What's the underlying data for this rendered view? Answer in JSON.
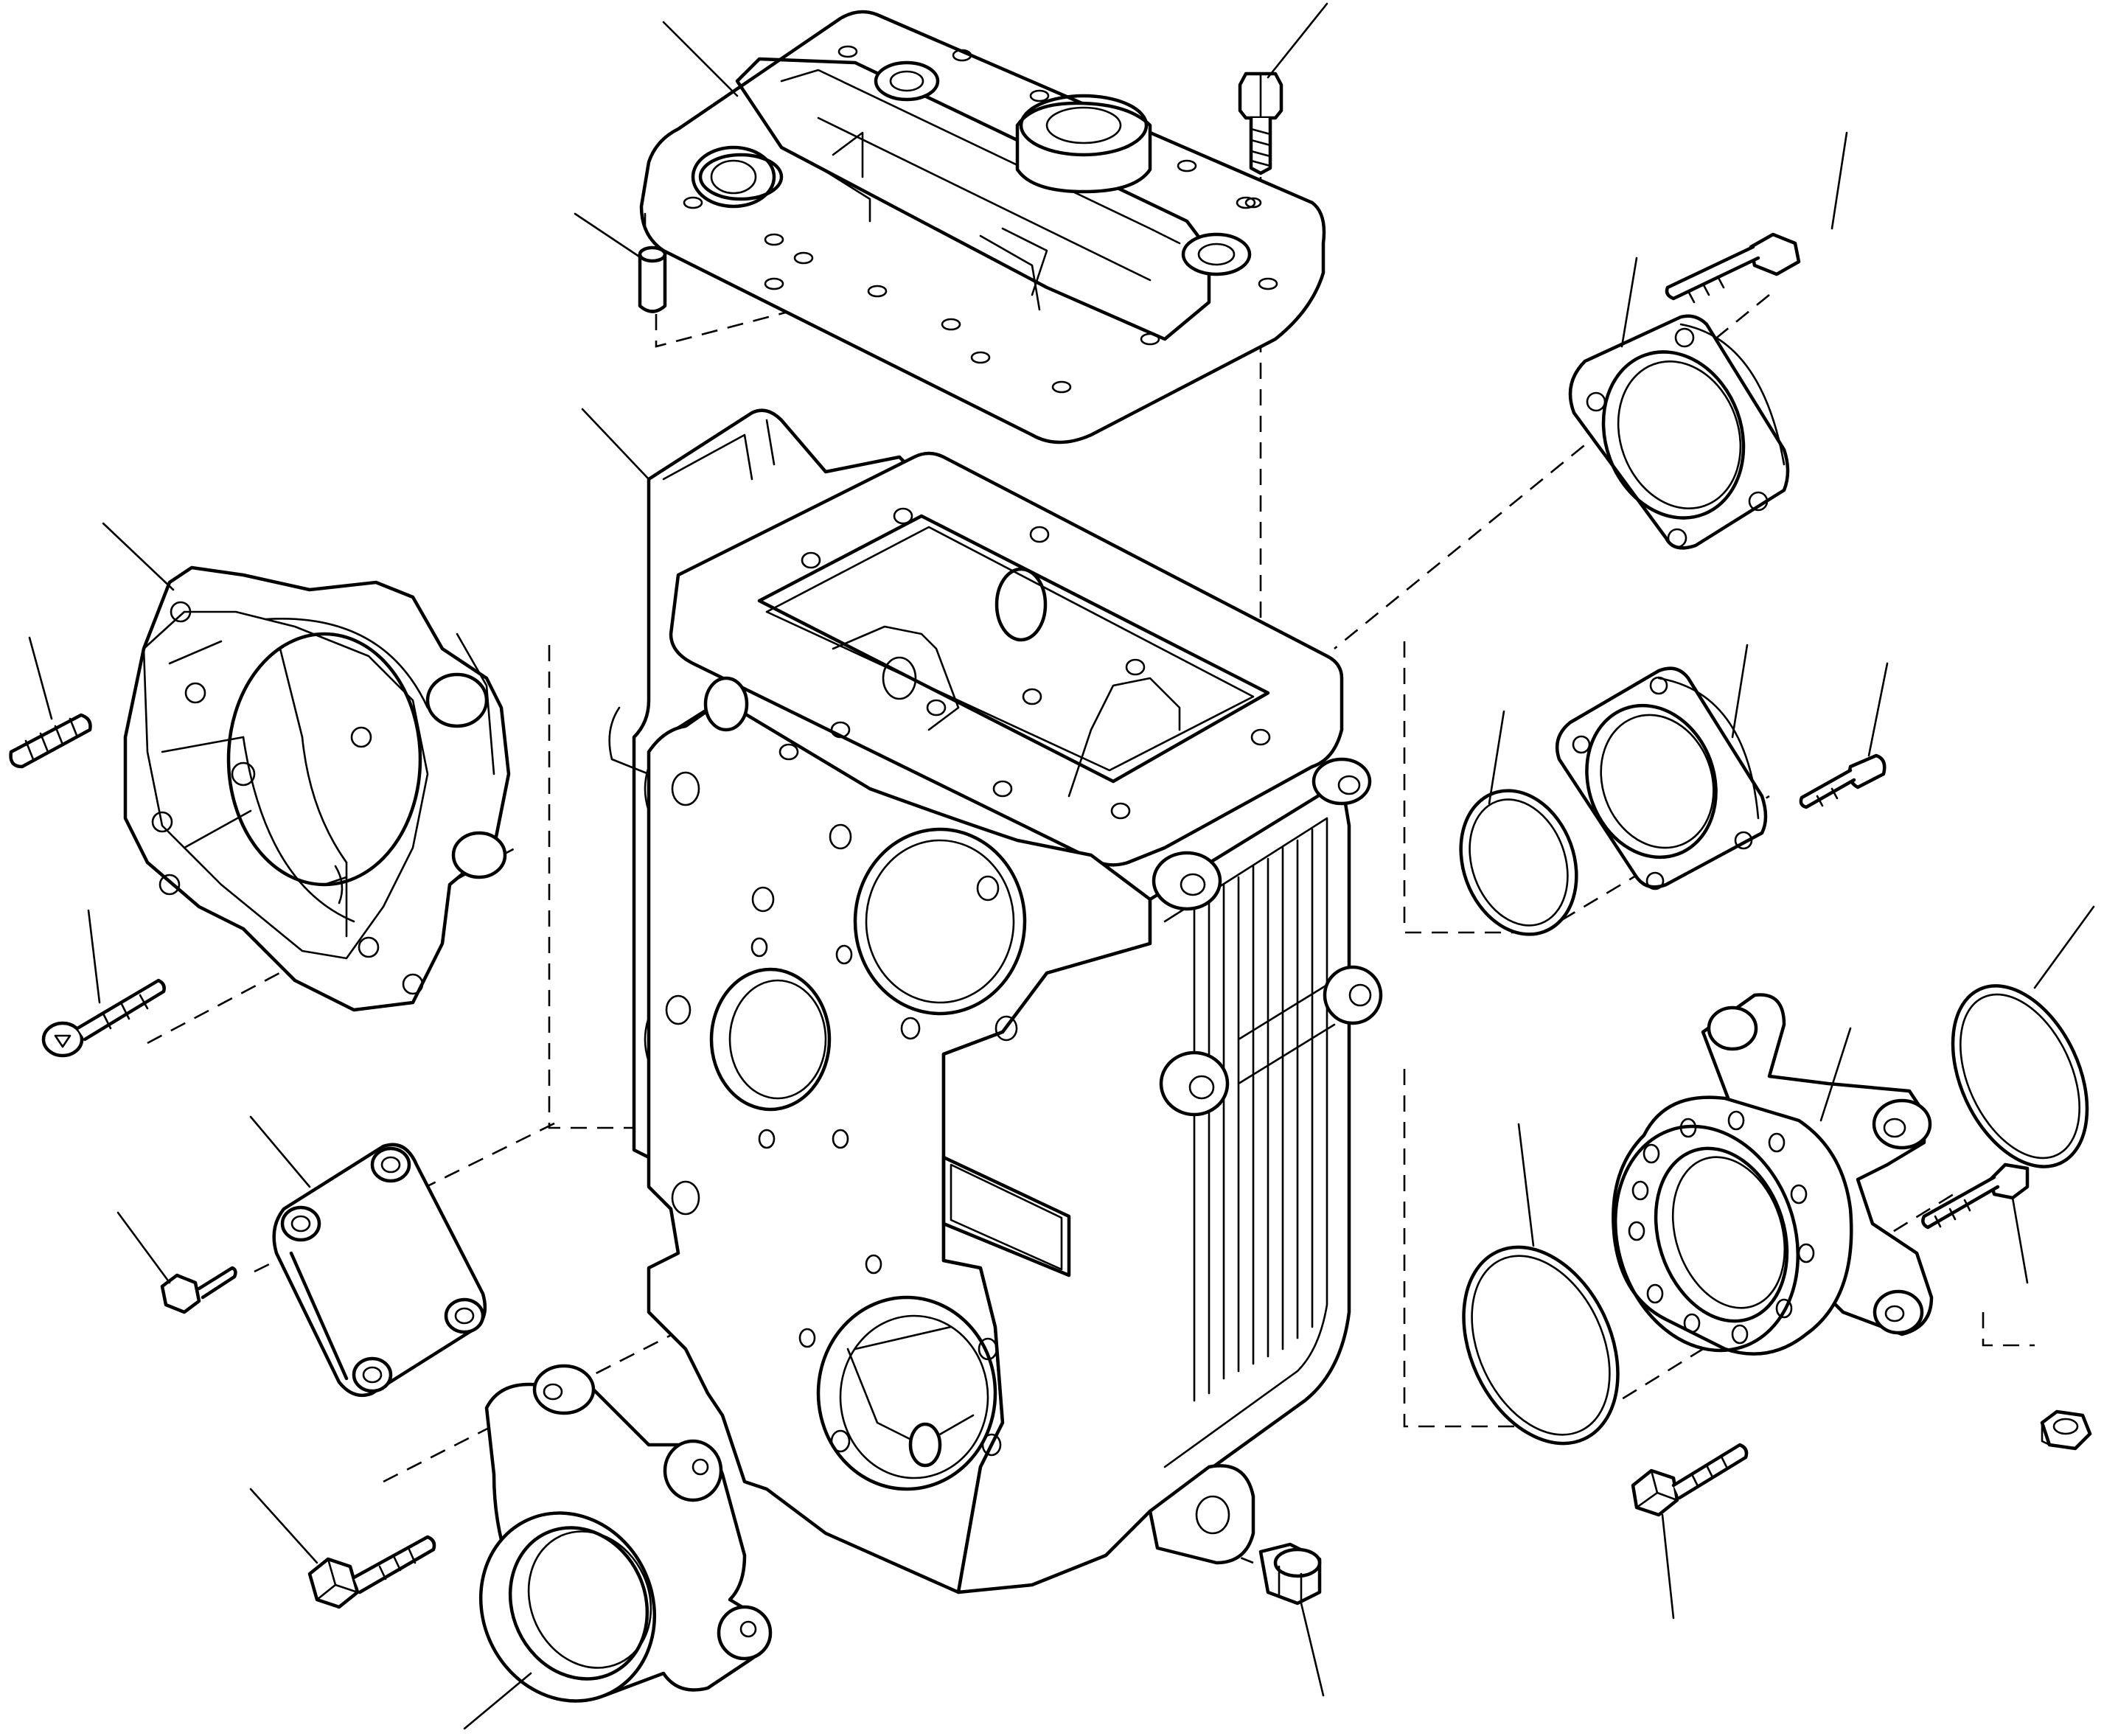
{
  "colors": {
    "line": "#000000",
    "background": "#ffffff"
  },
  "parts": [
    {
      "id": "top-cover-plate"
    },
    {
      "id": "transmission-housing"
    },
    {
      "id": "front-bell-housing"
    },
    {
      "id": "rear-bearing-flange-upper"
    },
    {
      "id": "middle-bearing-flange"
    },
    {
      "id": "support-bracket-housing"
    },
    {
      "id": "access-cover-plate"
    },
    {
      "id": "lower-bearing-cap"
    },
    {
      "id": "o-ring-small"
    },
    {
      "id": "o-ring-large-right"
    },
    {
      "id": "o-ring-large-lower"
    },
    {
      "id": "dowel-pin"
    },
    {
      "id": "drain-plug"
    },
    {
      "id": "hex-nut"
    }
  ],
  "leader_count": 22
}
